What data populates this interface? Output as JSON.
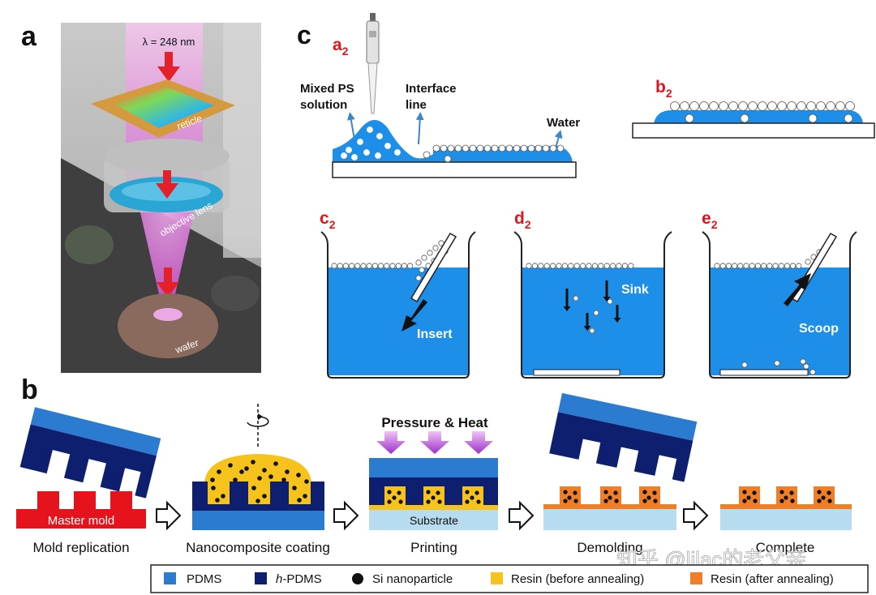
{
  "panel_labels": {
    "a": "a",
    "b": "b",
    "c": "c"
  },
  "panel_a": {
    "wavelength": "λ = 248 nm",
    "reticle": "reticle",
    "objective_lens": "objective lens",
    "wafer": "wafer"
  },
  "panel_c": {
    "a2": {
      "letter": "a",
      "sub": "2",
      "mixed_ps_1": "Mixed PS",
      "mixed_ps_2": "solution",
      "interface_1": "Interface",
      "interface_2": "line",
      "water": "Water"
    },
    "b2": {
      "letter": "b",
      "sub": "2"
    },
    "c2": {
      "letter": "c",
      "sub": "2",
      "action": "Insert"
    },
    "d2": {
      "letter": "d",
      "sub": "2",
      "action": "Sink"
    },
    "e2": {
      "letter": "e",
      "sub": "2",
      "action": "Scoop"
    }
  },
  "panel_b": {
    "master_mold": "Master mold",
    "pressure_heat": "Pressure & Heat",
    "substrate": "Substrate",
    "steps": [
      "Mold replication",
      "Nanocomposite coating",
      "Printing",
      "Demolding",
      "Complete"
    ]
  },
  "legend": [
    {
      "label": "PDMS",
      "color": "#2b7bd0",
      "shape": "square"
    },
    {
      "label_italic": "h",
      "label": "-PDMS",
      "color": "#0d1f6e",
      "shape": "square"
    },
    {
      "label": "Si nanoparticle",
      "color": "#111111",
      "shape": "circle"
    },
    {
      "label": "Resin (before annealing)",
      "color": "#f6c21c",
      "shape": "square"
    },
    {
      "label": "Resin (after annealing)",
      "color": "#f07e26",
      "shape": "square"
    }
  ],
  "watermark": "知乎 @lilac的老父亲",
  "colors": {
    "water": "#1e8fe8",
    "pdms": "#2b7bd0",
    "hpdms": "#0d1f6e",
    "resin_before": "#f6c21c",
    "resin_after": "#f07e26",
    "master_mold": "#e5141c",
    "red_label": "#e0141c",
    "arrow_red": "#e4202a",
    "substrate": "#b8dcef"
  }
}
